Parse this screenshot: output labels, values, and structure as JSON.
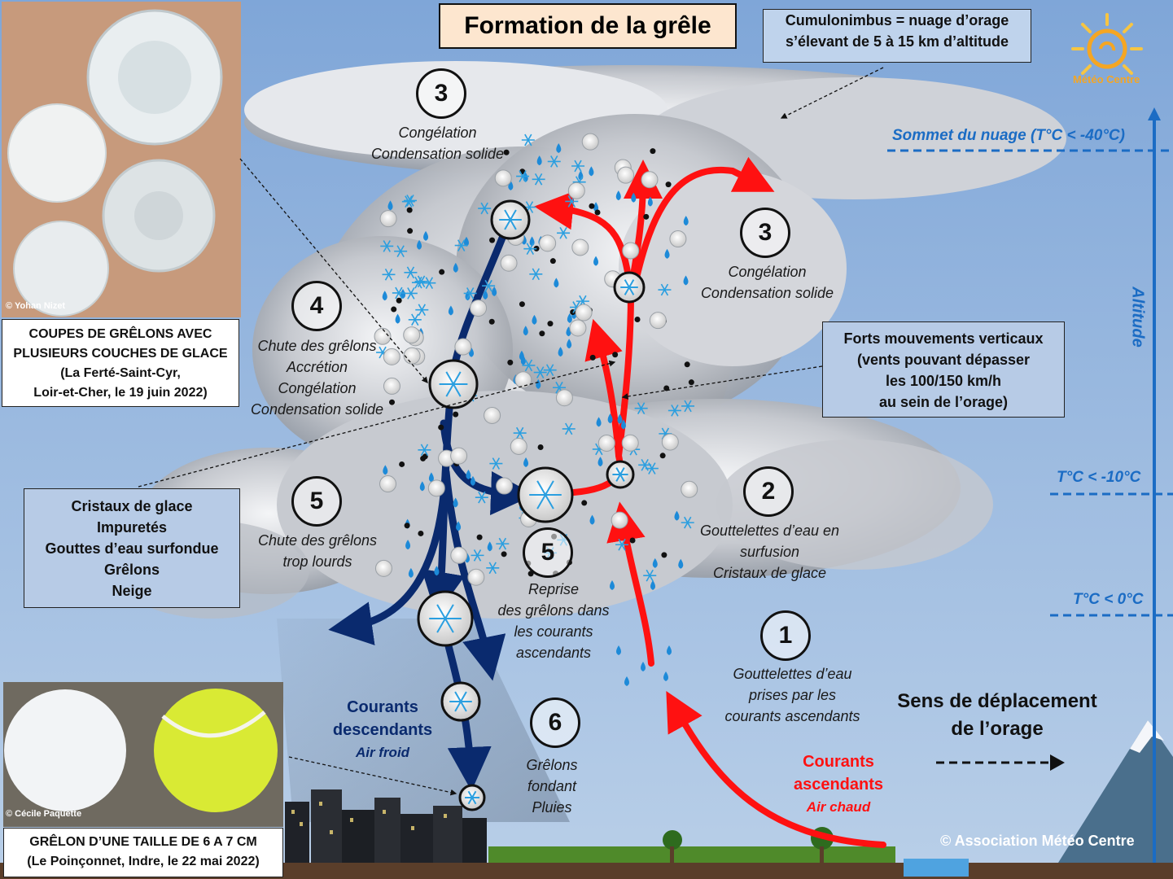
{
  "title": "Formation de la grêle",
  "cumulonimbus_box": [
    "Cumulonimbus = nuage d’orage",
    "s’élevant de 5 à 15 km d’altitude"
  ],
  "logo": {
    "text": "Météo Centre"
  },
  "photo_top": {
    "credit": "© Yohan Nizet",
    "caption": [
      "COUPES DE GRÊLONS AVEC",
      "PLUSIEURS COUCHES DE GLACE",
      "(La Ferté-Saint-Cyr,",
      "Loir-et-Cher, le 19 juin 2022)"
    ]
  },
  "photo_bottom": {
    "credit": "© Cécile Paquette",
    "caption": [
      "GRÊLON D’UNE TAILLE DE 6 A 7 CM",
      "(Le Poinçonnet, Indre, le 22 mai 2022)"
    ]
  },
  "legend_box": [
    "Cristaux de glace",
    "Impuretés",
    "Gouttes d’eau surfondue",
    "Grêlons",
    "Neige"
  ],
  "vertical_box": [
    "Forts mouvements verticaux",
    "(vents pouvant dépasser",
    "les 100/150 km/h",
    "au sein de l’orage)"
  ],
  "steps": {
    "s3a": {
      "num": "3",
      "lines": [
        "Congélation",
        "Condensation solide"
      ]
    },
    "s3b": {
      "num": "3",
      "lines": [
        "Congélation",
        "Condensation solide"
      ]
    },
    "s4": {
      "num": "4",
      "lines": [
        "Chute des grêlons",
        "Accrétion",
        "Congélation",
        "Condensation solide"
      ]
    },
    "s5a": {
      "num": "5",
      "lines": [
        "Chute des grêlons",
        "trop lourds"
      ]
    },
    "s5b": {
      "num": "5",
      "lines": [
        "Reprise",
        "des grêlons dans",
        "les courants",
        "ascendants"
      ]
    },
    "s2": {
      "num": "2",
      "lines": [
        "Gouttelettes d’eau en",
        "surfusion",
        "Cristaux de glace"
      ]
    },
    "s1": {
      "num": "1",
      "lines": [
        "Gouttelettes d’eau",
        "prises par les",
        "courants ascendants"
      ]
    },
    "s6": {
      "num": "6",
      "lines": [
        "Grêlons",
        "fondant",
        "Pluies"
      ]
    }
  },
  "descending": {
    "label1": "Courants",
    "label2": "descendants",
    "sub": "Air froid"
  },
  "ascending": {
    "label1": "Courants",
    "label2": "ascendants",
    "sub": "Air chaud"
  },
  "direction": [
    "Sens de déplacement",
    "de l’orage"
  ],
  "altitude_axis": {
    "label": "Altitude",
    "levels": [
      "Sommet du nuage (T°C < -40°C)",
      "T°C < -10°C",
      "T°C < 0°C"
    ]
  },
  "copyright": "© Association Météo Centre",
  "colors": {
    "sky": "#8fb3dc",
    "ascending": "#ff1111",
    "descending": "#0a2a6e",
    "axis": "#1b6cc4"
  }
}
